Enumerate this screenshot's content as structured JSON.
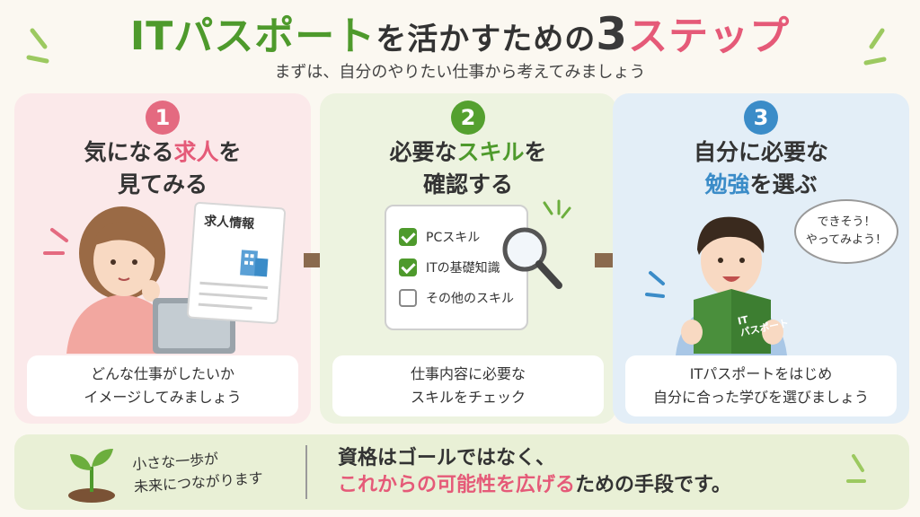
{
  "title": {
    "part1": "ITパスポート",
    "part2": "を活かすための",
    "part3": "3",
    "part4": "ステップ"
  },
  "subtitle": "まずは、自分のやりたい仕事から考えてみましょう",
  "steps": [
    {
      "number": "1",
      "heading_line1_a": "気になる",
      "heading_line1_hl": "求人",
      "heading_line1_b": "を",
      "heading_line2": "見てみる",
      "doc_title": "求人情報",
      "caption_line1": "どんな仕事がしたいか",
      "caption_line2": "イメージしてみましょう"
    },
    {
      "number": "2",
      "heading_line1_a": "必要な",
      "heading_line1_hl": "スキル",
      "heading_line1_b": "を",
      "heading_line2": "確認する",
      "checklist": [
        "PCスキル",
        "ITの基礎知識",
        "その他のスキル"
      ],
      "caption_line1": "仕事内容に必要な",
      "caption_line2": "スキルをチェック"
    },
    {
      "number": "3",
      "heading_line1": "自分に必要な",
      "heading_line2_hl": "勉強",
      "heading_line2_b": "を選ぶ",
      "bubble_line1": "できそう！",
      "bubble_line2": "やってみよう！",
      "book_line1": "IT",
      "book_line2": "パスポート",
      "caption_line1": "ITパスポートをはじめ",
      "caption_line2": "自分に合った学びを選びましょう"
    }
  ],
  "footer": {
    "small_line1": "小さな一歩が",
    "small_line2": "未来につながります",
    "message_line1": "資格はゴールではなく、",
    "message_line2_hl": "これからの可能性を広げる",
    "message_line2_b": "ための手段です。"
  },
  "colors": {
    "green": "#4e9a2c",
    "pink": "#e55a78",
    "blue": "#3b8cc8",
    "arrow": "#8a6a4e"
  }
}
